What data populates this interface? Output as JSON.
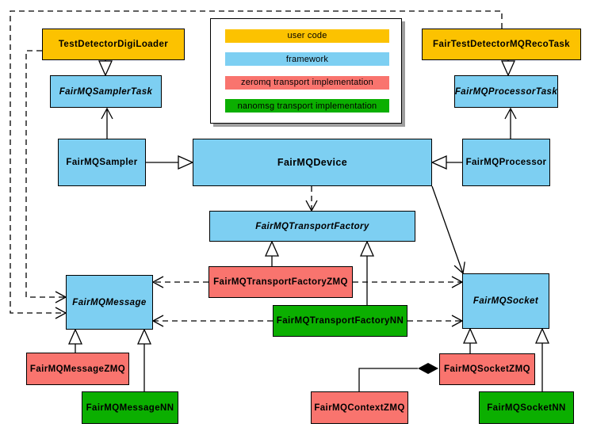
{
  "diagram": {
    "kind": "UML class diagram",
    "colors": {
      "user_code": "#FCC200",
      "framework": "#7DCFF2",
      "zeromq": "#F9746E",
      "nanomsg": "#0BAF00",
      "line": "#000000",
      "legend_bg": "#FFFFFF"
    },
    "legend": {
      "items": [
        {
          "label": "user code",
          "color_key": "user_code"
        },
        {
          "label": "framework",
          "color_key": "framework"
        },
        {
          "label": "zeromq transport implementation",
          "color_key": "zeromq"
        },
        {
          "label": "nanomsg transport implementation",
          "color_key": "nanomsg"
        }
      ]
    },
    "nodes": {
      "test_detector_digi_loader": {
        "label": "TestDetectorDigiLoader",
        "category": "user_code",
        "abstract": false
      },
      "fair_test_detector_mq_reco_task": {
        "label": "FairTestDetectorMQRecoTask",
        "category": "user_code",
        "abstract": false
      },
      "fairmq_sampler_task": {
        "label": "FairMQSamplerTask",
        "category": "framework",
        "abstract": true
      },
      "fairmq_processor_task": {
        "label": "FairMQProcessorTask",
        "category": "framework",
        "abstract": true
      },
      "fairmq_sampler": {
        "label": "FairMQSampler",
        "category": "framework",
        "abstract": false
      },
      "fairmq_device": {
        "label": "FairMQDevice",
        "category": "framework",
        "abstract": false
      },
      "fairmq_processor": {
        "label": "FairMQProcessor",
        "category": "framework",
        "abstract": false
      },
      "fairmq_transport_factory": {
        "label": "FairMQTransportFactory",
        "category": "framework",
        "abstract": true
      },
      "fairmq_transport_factory_zmq": {
        "label": "FairMQTransportFactoryZMQ",
        "category": "zeromq",
        "abstract": false
      },
      "fairmq_transport_factory_nn": {
        "label": "FairMQTransportFactoryNN",
        "category": "nanomsg",
        "abstract": false
      },
      "fairmq_message": {
        "label": "FairMQMessage",
        "category": "framework",
        "abstract": true
      },
      "fairmq_socket": {
        "label": "FairMQSocket",
        "category": "framework",
        "abstract": true
      },
      "fairmq_message_zmq": {
        "label": "FairMQMessageZMQ",
        "category": "zeromq",
        "abstract": false
      },
      "fairmq_message_nn": {
        "label": "FairMQMessageNN",
        "category": "nanomsg",
        "abstract": false
      },
      "fairmq_socket_zmq": {
        "label": "FairMQSocketZMQ",
        "category": "zeromq",
        "abstract": false
      },
      "fairmq_socket_nn": {
        "label": "FairMQSocketNN",
        "category": "nanomsg",
        "abstract": false
      },
      "fairmq_context_zmq": {
        "label": "FairMQContextZMQ",
        "category": "zeromq",
        "abstract": false
      }
    },
    "edges": [
      {
        "from": "TestDetectorDigiLoader",
        "to": "FairMQSamplerTask",
        "type": "inheritance"
      },
      {
        "from": "FairTestDetectorMQRecoTask",
        "to": "FairMQProcessorTask",
        "type": "inheritance"
      },
      {
        "from": "FairMQSampler",
        "to": "FairMQSamplerTask",
        "type": "association"
      },
      {
        "from": "FairMQProcessor",
        "to": "FairMQProcessorTask",
        "type": "association"
      },
      {
        "from": "FairMQSampler",
        "to": "FairMQDevice",
        "type": "inheritance"
      },
      {
        "from": "FairMQProcessor",
        "to": "FairMQDevice",
        "type": "inheritance"
      },
      {
        "from": "FairMQDevice",
        "to": "FairMQTransportFactory",
        "type": "dependency"
      },
      {
        "from": "FairMQDevice",
        "to": "FairMQSocket",
        "type": "association"
      },
      {
        "from": "FairMQTransportFactoryZMQ",
        "to": "FairMQTransportFactory",
        "type": "inheritance"
      },
      {
        "from": "FairMQTransportFactoryNN",
        "to": "FairMQTransportFactory",
        "type": "inheritance"
      },
      {
        "from": "FairMQTransportFactoryZMQ",
        "to": "FairMQMessage",
        "type": "dependency"
      },
      {
        "from": "FairMQTransportFactoryZMQ",
        "to": "FairMQSocket",
        "type": "dependency"
      },
      {
        "from": "FairMQTransportFactoryNN",
        "to": "FairMQMessage",
        "type": "dependency"
      },
      {
        "from": "FairMQTransportFactoryNN",
        "to": "FairMQSocket",
        "type": "dependency"
      },
      {
        "from": "TestDetectorDigiLoader",
        "to": "FairMQMessage",
        "type": "dependency"
      },
      {
        "from": "FairTestDetectorMQRecoTask",
        "to": "FairMQMessage",
        "type": "dependency"
      },
      {
        "from": "FairMQMessageZMQ",
        "to": "FairMQMessage",
        "type": "inheritance"
      },
      {
        "from": "FairMQMessageNN",
        "to": "FairMQMessage",
        "type": "inheritance"
      },
      {
        "from": "FairMQSocketZMQ",
        "to": "FairMQSocket",
        "type": "inheritance"
      },
      {
        "from": "FairMQSocketNN",
        "to": "FairMQSocket",
        "type": "inheritance"
      },
      {
        "from": "FairMQSocketZMQ",
        "to": "FairMQContextZMQ",
        "type": "composition"
      }
    ]
  }
}
